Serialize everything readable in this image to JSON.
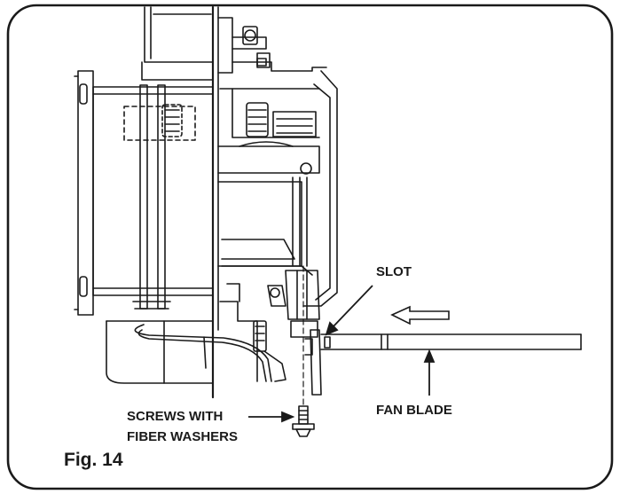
{
  "figure": {
    "caption": "Fig. 14",
    "labels": {
      "slot": "SLOT",
      "fan_blade": "FAN BLADE",
      "screws_line1": "SCREWS WITH",
      "screws_line2": "FIBER WASHERS"
    }
  },
  "colors": {
    "stroke": "#1a1a1a",
    "background": "#ffffff"
  }
}
